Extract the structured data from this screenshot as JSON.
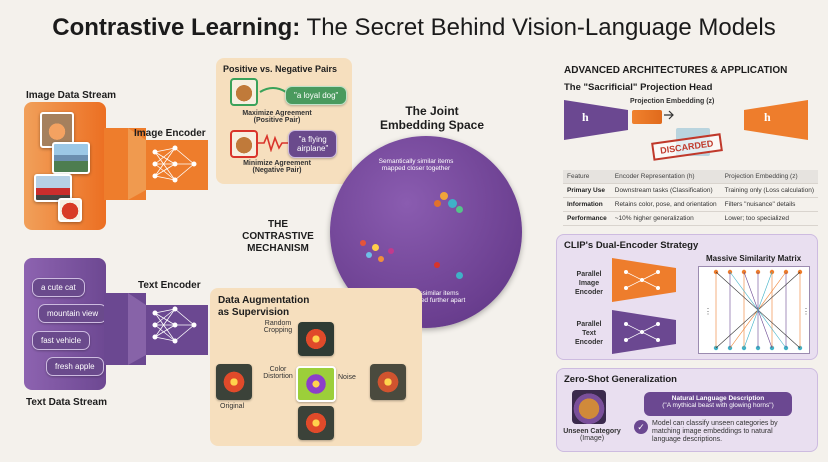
{
  "title": {
    "bold": "Contrastive Learning:",
    "rest": " The Secret Behind Vision-Language Models"
  },
  "left": {
    "image_stream_label": "Image Data Stream",
    "image_encoder_label": "Image Encoder",
    "text_stream_label": "Text Data Stream",
    "text_encoder_label": "Text Encoder",
    "text_items": [
      "a cute cat",
      "mountain view",
      "fast vehicle",
      "fresh apple"
    ]
  },
  "pairs": {
    "title": "Positive vs. Negative Pairs",
    "positive_caption": "\"a loyal dog\"",
    "positive_label_line1": "Maximize Agreement",
    "positive_label_line2": "(Positive Pair)",
    "negative_caption_line1": "\"a flying",
    "negative_caption_line2": "airplane\"",
    "negative_label_line1": "Minimize Agreement",
    "negative_label_line2": "(Negative Pair)"
  },
  "embedding": {
    "title_line1": "The Joint",
    "title_line2": "Embedding Space",
    "similar_line1": "Semantically similar items",
    "similar_line2": "mapped closer together",
    "dissimilar_line1": "Dissimilar items",
    "dissimilar_line2": "pushed further apart"
  },
  "mechanism": {
    "line1": "THE",
    "line2": "CONTRASTIVE",
    "line3": "MECHANISM"
  },
  "augmentation": {
    "title_line1": "Data Augmentation",
    "title_line2": "as Supervision",
    "random_line1": "Random",
    "random_line2": "Cropping",
    "color_line1": "Color",
    "color_line2": "Distortion",
    "noise": "Noise",
    "original": "Original"
  },
  "right": {
    "section_title": "ADVANCED ARCHITECTURES & APPLICATION",
    "projection_title": "The \"Sacrificial\" Projection Head",
    "projection_embedding": "Projection Embedding (z)",
    "h_left": "h",
    "h_right": "h",
    "discarded": "DISCARDED",
    "table": {
      "headers": [
        "Feature",
        "Encoder Representation (h)",
        "Projection Embedding (z)"
      ],
      "rows": [
        [
          "Primary Use",
          "Downstream tasks (Classification)",
          "Training only (Loss calculation)"
        ],
        [
          "Information",
          "Retains color, pose, and orientation",
          "Filters \"nuisance\" details"
        ],
        [
          "Performance",
          "~10% higher generalization",
          "Lower; too specialized"
        ]
      ]
    },
    "clip_title": "CLIP's Dual-Encoder Strategy",
    "parallel_image_line1": "Parallel",
    "parallel_image_line2": "Image",
    "parallel_image_line3": "Encoder",
    "parallel_text_line1": "Parallel",
    "parallel_text_line2": "Text",
    "parallel_text_line3": "Encoder",
    "matrix_title": "Massive Similarity Matrix",
    "zeroshot_title": "Zero-Shot Generalization",
    "nl_title": "Natural Language Description",
    "nl_text": "(\"A mythical beast with glowing horns\")",
    "unseen_line1": "Unseen Category",
    "unseen_line2": "(Image)",
    "classify_line1": "Model can classify unseen categories by",
    "classify_line2": "matching image embeddings to natural",
    "classify_line3": "language descriptions."
  },
  "colors": {
    "orange": "#ee7d2c",
    "purple": "#6b4891",
    "panel_purple": "#7a4f9a",
    "peach": "#f6dfbe",
    "embedding": "#76479b"
  }
}
